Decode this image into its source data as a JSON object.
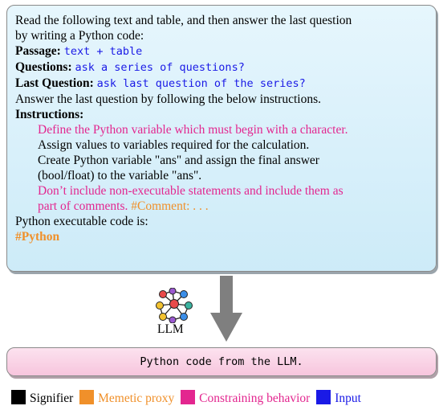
{
  "prompt": {
    "intro_line1": "Read the following text and table, and then answer the last question",
    "intro_line2": "by writing a Python code:",
    "passage_label": "Passage:",
    "passage_value": "text + table",
    "questions_label": "Questions:",
    "questions_value": "ask a series of questions?",
    "last_question_label": "Last Question:",
    "last_question_value": "ask last question of the series?",
    "answer_instruction": "Answer the last question by following the below instructions.",
    "instructions_label": "Instructions:",
    "instr_1": "Define the Python variable which must begin with a character.",
    "instr_2": "Assign values to variables required for the calculation.",
    "instr_3a": "Create Python variable \"ans\" and assign the final answer",
    "instr_3b": "(bool/float) to the variable \"ans\".",
    "instr_4a": "Don’t include non-executable statements and include them as",
    "instr_4b": "part of comments.",
    "instr_4c": "#Comment: . . .",
    "exec_line": "Python executable code is:",
    "python_tag": "#Python"
  },
  "llm_label": "LLM",
  "output_text": "Python code from the LLM.",
  "legend": [
    {
      "label": "Signifier",
      "color": "#000000",
      "text_color": "#000000"
    },
    {
      "label": "Memetic proxy",
      "color": "#f0902a",
      "text_color": "#f0902a"
    },
    {
      "label": "Constraining behavior",
      "color": "#e3268f",
      "text_color": "#e3268f"
    },
    {
      "label": "Input",
      "color": "#1a1ae6",
      "text_color": "#1a1ae6"
    }
  ],
  "colors": {
    "signifier": "#000000",
    "memetic_proxy": "#f0902a",
    "constraining_behavior": "#e3268f",
    "input": "#1a1ae6",
    "prompt_box": "#d8f0fb",
    "output_box": "#f9d2e6",
    "arrow": "#7f7f7f"
  },
  "icons": [
    "neural-network-icon",
    "down-arrow-icon"
  ]
}
